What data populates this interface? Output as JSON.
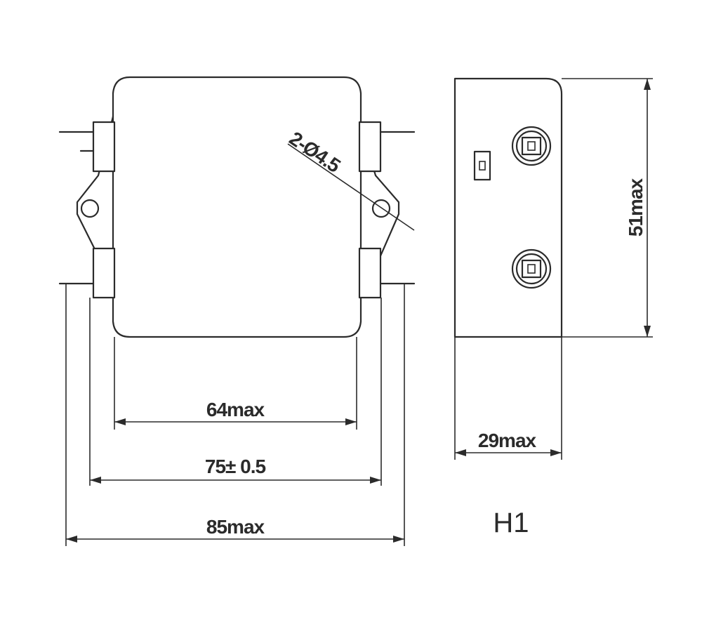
{
  "front_view": {
    "hole_callout": "2-Ø4.5",
    "dim_body_width": "64max",
    "dim_mount_spacing": "75± 0.5",
    "dim_overall_width": "85max"
  },
  "side_view": {
    "dim_height": "51max",
    "dim_depth": "29max"
  },
  "model_label": "H1"
}
